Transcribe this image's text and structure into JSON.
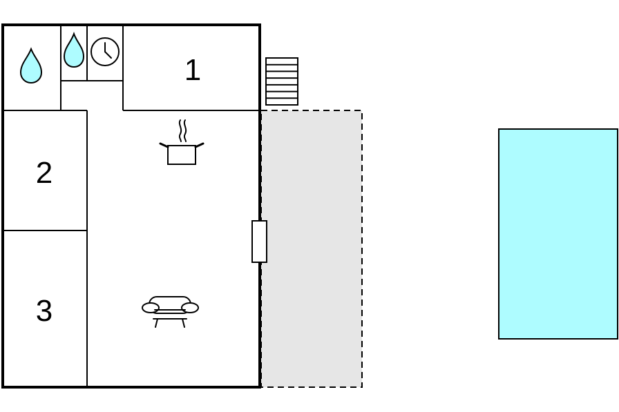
{
  "rooms": [
    {
      "label": "1"
    },
    {
      "label": "2"
    },
    {
      "label": "3"
    }
  ],
  "colors": {
    "water": "#aefcff",
    "terrace": "#e6e6e6",
    "walls": "#000000",
    "background": "#ffffff"
  },
  "icons": [
    "water-drop-icon",
    "water-drop-icon",
    "clock-icon",
    "kitchen-pot-icon",
    "sofa-icon",
    "stairs-icon",
    "door-icon"
  ]
}
